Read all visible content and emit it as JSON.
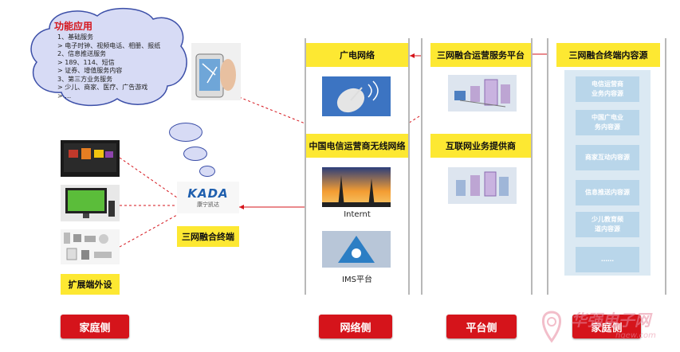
{
  "cloud": {
    "title": "功能应用",
    "lines": [
      "1、基础服务",
      "> 电子时钟、视频电话、相册、报纸",
      "2、信息推送服务",
      "> 189、114、短信",
      "> 证券、增值服务内容",
      "3、第三方业务服务",
      "> 少儿、商家、医疗、广告游戏",
      "> …"
    ]
  },
  "home": {
    "terminal_logo": "KADA",
    "terminal_logo_sub": "康宁凯达",
    "terminal_label": "三网融合终端",
    "peripheral_label": "扩展端外设"
  },
  "network": {
    "broadcast": "广电网络",
    "telecom": "中国电信运营商无线网络",
    "internet": "Internt",
    "ims": "IMS平台"
  },
  "platform": {
    "service_platform": "三网融合运营服务平台",
    "internet_provider": "互联网业务提供商"
  },
  "content": {
    "title": "三网融合终端内容源",
    "items": [
      "电信运营商\n业务内容源",
      "中国广电业\n务内容源",
      "商家互动内容源",
      "信息推送内容源",
      "少儿教育频\n道内容源",
      "……"
    ]
  },
  "bottom_labels": [
    "家庭侧",
    "网络侧",
    "平台侧",
    "家庭侧"
  ],
  "watermark": {
    "brand": "华强电子网",
    "url": "hqew.com"
  },
  "colors": {
    "yellow": "#fde832",
    "red": "#d5141b",
    "content_blue": "#b9d6ea",
    "cloud": "#d7dbf5"
  }
}
